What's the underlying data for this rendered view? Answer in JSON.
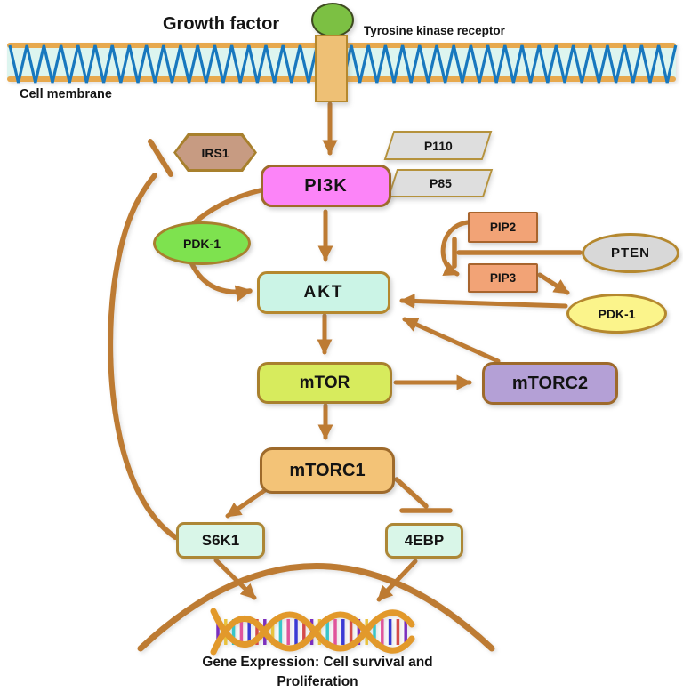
{
  "header": {
    "growth_factor": "Growth factor",
    "receptor_label": "Tyrosine kinase receptor",
    "membrane_label": "Cell membrane"
  },
  "nodes": {
    "irs1": {
      "label": "IRS1",
      "shape": "hexagon",
      "fill": "#c79b82"
    },
    "pi3k": {
      "label": "PI3K",
      "shape": "rounded-rect",
      "fill": "#fc84f8"
    },
    "p110": {
      "label": "P110",
      "shape": "parallelogram",
      "fill": "#dedede"
    },
    "p85": {
      "label": "P85",
      "shape": "parallelogram",
      "fill": "#dedede"
    },
    "pdk1_left": {
      "label": "PDK-1",
      "shape": "ellipse",
      "fill": "#7ee24f"
    },
    "akt": {
      "label": "AKT",
      "shape": "rounded-rect",
      "fill": "#cbf4e6"
    },
    "pip2": {
      "label": "PIP2",
      "shape": "rect",
      "fill": "#f2a376"
    },
    "pten": {
      "label": "PTEN",
      "shape": "ellipse",
      "fill": "#d8d8d8"
    },
    "pip3": {
      "label": "PIP3",
      "shape": "rect",
      "fill": "#f2a376"
    },
    "pdk1_right": {
      "label": "PDK-1",
      "shape": "ellipse",
      "fill": "#fbf48b"
    },
    "mtor": {
      "label": "mTOR",
      "shape": "rounded-rect",
      "fill": "#d7eb5d"
    },
    "mtorc2": {
      "label": "mTORC2",
      "shape": "rounded-rect",
      "fill": "#b4a0d6"
    },
    "mtorc1": {
      "label": "mTORC1",
      "shape": "rounded-rect",
      "fill": "#f3c377"
    },
    "s6k1": {
      "label": "S6K1",
      "shape": "rounded-rect",
      "fill": "#d9f6e8"
    },
    "e4ebp": {
      "label": "4EBP",
      "shape": "rounded-rect",
      "fill": "#d9f6e8"
    }
  },
  "edges": [
    {
      "from": "tyrosine_kinase_receptor",
      "to": "pi3k",
      "type": "activates"
    },
    {
      "from": "pi3k",
      "to": "akt",
      "type": "activates"
    },
    {
      "from": "pi3k",
      "to": "pdk1_left",
      "type": "signals"
    },
    {
      "from": "pdk1_left",
      "to": "akt",
      "type": "activates"
    },
    {
      "from": "pip2",
      "to": "pip3",
      "type": "converts"
    },
    {
      "from": "pten",
      "to": "pip2_pip3_conversion",
      "type": "inhibits"
    },
    {
      "from": "pip3",
      "to": "pdk1_right",
      "type": "activates"
    },
    {
      "from": "pdk1_right",
      "to": "akt",
      "type": "activates"
    },
    {
      "from": "akt",
      "to": "mtor",
      "type": "activates"
    },
    {
      "from": "mtor",
      "to": "mtorc1",
      "type": "activates"
    },
    {
      "from": "mtor",
      "to": "mtorc2",
      "type": "activates"
    },
    {
      "from": "mtorc2",
      "to": "akt",
      "type": "activates"
    },
    {
      "from": "mtorc1",
      "to": "s6k1",
      "type": "activates"
    },
    {
      "from": "mtorc1",
      "to": "e4ebp",
      "type": "inhibits"
    },
    {
      "from": "s6k1",
      "to": "gene_expression",
      "type": "activates"
    },
    {
      "from": "e4ebp",
      "to": "gene_expression",
      "type": "activates"
    },
    {
      "from": "s6k1",
      "to": "irs1",
      "type": "inhibits"
    }
  ],
  "caption": {
    "line1": "Gene Expression: Cell survival and",
    "line2": "Proliferation"
  },
  "colors": {
    "arrow": "#bd7b33",
    "membrane_bar": "#e7a94e",
    "membrane_fill": "#ddf5ef",
    "membrane_wave": "#1878be",
    "ligand_green": "#7cc043",
    "receptor_tan": "#eec075",
    "dna_strand": "#e2992b",
    "dna_rungs": [
      "#7b2fbe",
      "#e8c23d",
      "#39c5c9",
      "#e0559c",
      "#3b3bd4",
      "#d44b4b"
    ]
  }
}
